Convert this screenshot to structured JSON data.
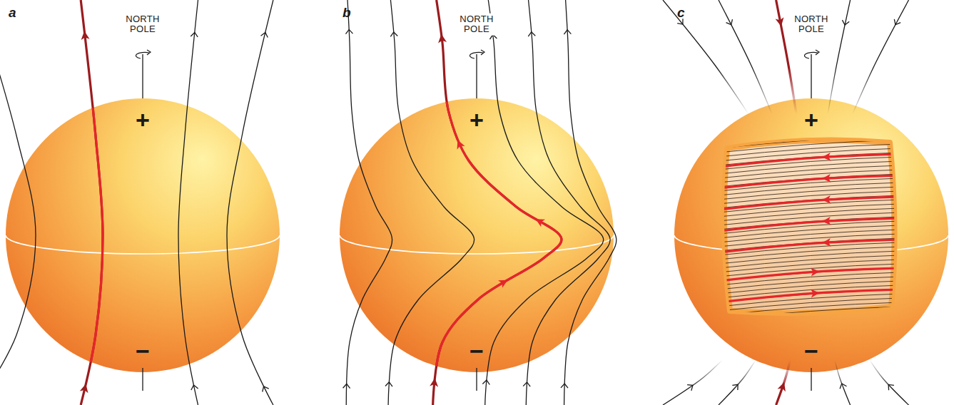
{
  "diagram": {
    "labels": [
      "a",
      "NORTH POLE",
      "+",
      "−",
      "b",
      "NORTH POLE",
      "+",
      "−",
      "c",
      "NORTH POLE",
      "+",
      "−"
    ]
  }
}
